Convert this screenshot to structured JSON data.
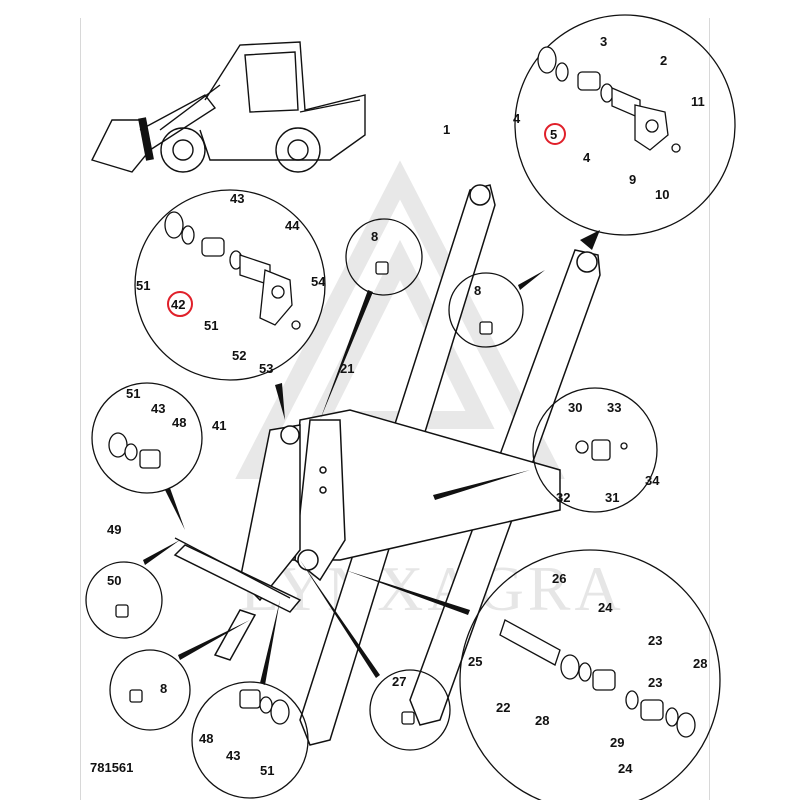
{
  "drawing_number": "781561",
  "watermark": "LYNXAGRA",
  "highlight_color": "#e0202a",
  "line_color": "#111111",
  "callouts": [
    {
      "id": "c1",
      "text": "1"
    },
    {
      "id": "c2",
      "text": "2"
    },
    {
      "id": "c3",
      "text": "3"
    },
    {
      "id": "c4a",
      "text": "4"
    },
    {
      "id": "c4b",
      "text": "4"
    },
    {
      "id": "c5",
      "text": "5",
      "highlighted": true
    },
    {
      "id": "c8a",
      "text": "8"
    },
    {
      "id": "c8b",
      "text": "8"
    },
    {
      "id": "c8c",
      "text": "8"
    },
    {
      "id": "c9",
      "text": "9"
    },
    {
      "id": "c10",
      "text": "10"
    },
    {
      "id": "c11",
      "text": "11"
    },
    {
      "id": "c21",
      "text": "21"
    },
    {
      "id": "c22",
      "text": "22"
    },
    {
      "id": "c23a",
      "text": "23"
    },
    {
      "id": "c23b",
      "text": "23"
    },
    {
      "id": "c24a",
      "text": "24"
    },
    {
      "id": "c24b",
      "text": "24"
    },
    {
      "id": "c25",
      "text": "25"
    },
    {
      "id": "c26",
      "text": "26"
    },
    {
      "id": "c27",
      "text": "27"
    },
    {
      "id": "c28a",
      "text": "28"
    },
    {
      "id": "c28b",
      "text": "28"
    },
    {
      "id": "c29",
      "text": "29"
    },
    {
      "id": "c30",
      "text": "30"
    },
    {
      "id": "c31",
      "text": "31"
    },
    {
      "id": "c32",
      "text": "32"
    },
    {
      "id": "c33",
      "text": "33"
    },
    {
      "id": "c34",
      "text": "34"
    },
    {
      "id": "c41",
      "text": "41"
    },
    {
      "id": "c42",
      "text": "42",
      "highlighted": true
    },
    {
      "id": "c43a",
      "text": "43"
    },
    {
      "id": "c43b",
      "text": "43"
    },
    {
      "id": "c43c",
      "text": "43"
    },
    {
      "id": "c44",
      "text": "44"
    },
    {
      "id": "c48a",
      "text": "48"
    },
    {
      "id": "c48b",
      "text": "48"
    },
    {
      "id": "c49",
      "text": "49"
    },
    {
      "id": "c50",
      "text": "50"
    },
    {
      "id": "c51a",
      "text": "51"
    },
    {
      "id": "c51b",
      "text": "51"
    },
    {
      "id": "c51c",
      "text": "51"
    },
    {
      "id": "c51d",
      "text": "51"
    },
    {
      "id": "c52",
      "text": "52"
    },
    {
      "id": "c53",
      "text": "53"
    },
    {
      "id": "c54",
      "text": "54"
    }
  ]
}
